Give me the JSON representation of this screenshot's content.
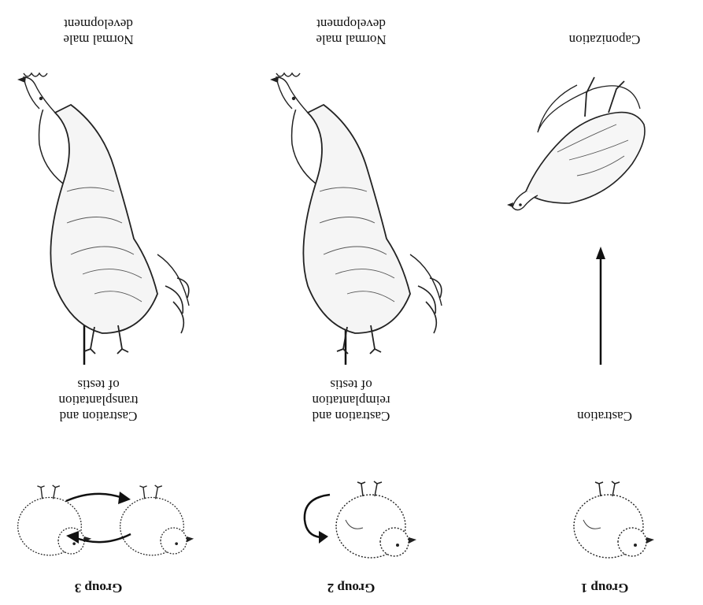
{
  "groups": [
    {
      "label": "Group 1",
      "procedure": [
        "Castration"
      ],
      "outcome": [
        "Caponization"
      ]
    },
    {
      "label": "Group 2",
      "procedure": [
        "Castration and",
        "reimplantation",
        "of testis"
      ],
      "outcome": [
        "Normal male",
        "development"
      ]
    },
    {
      "label": "Group 3",
      "procedure": [
        "Castration and",
        "transplantation",
        "of testis"
      ],
      "outcome": [
        "Normal male",
        "development"
      ]
    }
  ],
  "icons": [
    "chick-icon",
    "capon-icon",
    "rooster-icon",
    "curved-arrow-icon",
    "swap-arrows-icon"
  ]
}
